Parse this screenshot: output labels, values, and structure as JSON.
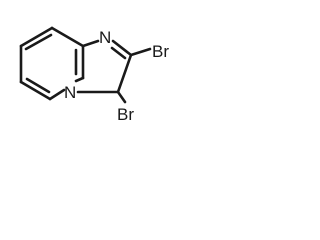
{
  "molecule": {
    "atoms": {
      "n_bridge": "N",
      "n_imine": "N",
      "br_upper": "Br",
      "br_lower": "Br"
    }
  }
}
